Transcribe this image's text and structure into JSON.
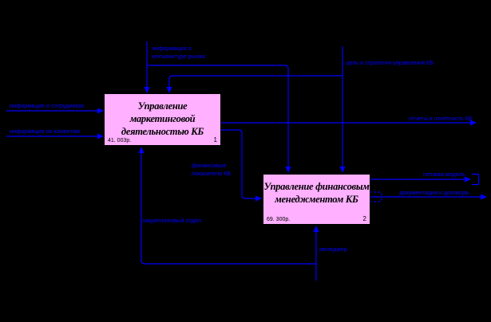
{
  "colors": {
    "background": "#000000",
    "connector": "#0000FF",
    "label_text": "#0000FF",
    "box_fill": "#FFB0FF",
    "box_border": "#000000",
    "box_text": "#000000"
  },
  "boxes": [
    {
      "title": "Управление маркетинговой\nдеятельностью КБ",
      "cost": "41. 003р.",
      "number": "1"
    },
    {
      "title": "Управление финансовым\nменеджментом КБ",
      "cost": "69. 300р.",
      "number": "2"
    }
  ],
  "labels": {
    "staff_info": "информация о сотрудниках",
    "client_info": "информация по клиентам",
    "market_info": "информация о\nконъюнктуре рынка",
    "goal_strategy": "цель и стратегия управления КБ",
    "reports": "отчеты и отчетность КБ",
    "fin_indicators": "финансовые\nпоказатели КБ",
    "marketing_dept": "маркетинговый отдел",
    "manager": "менеджер",
    "ready_model": "готовая модель",
    "documentation": "документация и договора"
  },
  "arrows": [
    {
      "label": "информация о сотрудниках",
      "kind": "input",
      "to": "box 1"
    },
    {
      "label": "информация по клиентам",
      "kind": "input",
      "to": "box 1"
    },
    {
      "label": "информация о конъюнктуре рынка",
      "kind": "control",
      "to": "box 1 and box 2"
    },
    {
      "label": "цель и стратегия управления КБ",
      "kind": "control",
      "to": "box 2 and box 1"
    },
    {
      "label": "отчеты и отчетность КБ",
      "kind": "output",
      "from": "box 1"
    },
    {
      "label": "финансовые показатели КБ",
      "kind": "output-to-input",
      "from": "box 1",
      "to": "box 2"
    },
    {
      "label": "готовая модель",
      "kind": "output-boundary",
      "from": "box 2"
    },
    {
      "label": "документация и договора",
      "kind": "output-tunneled",
      "from": "box 2"
    },
    {
      "label": "менеджер",
      "kind": "mechanism",
      "to": "box 2 and box 1"
    },
    {
      "label": "маркетинговый отдел",
      "kind": "mechanism",
      "to": "box 1"
    }
  ]
}
